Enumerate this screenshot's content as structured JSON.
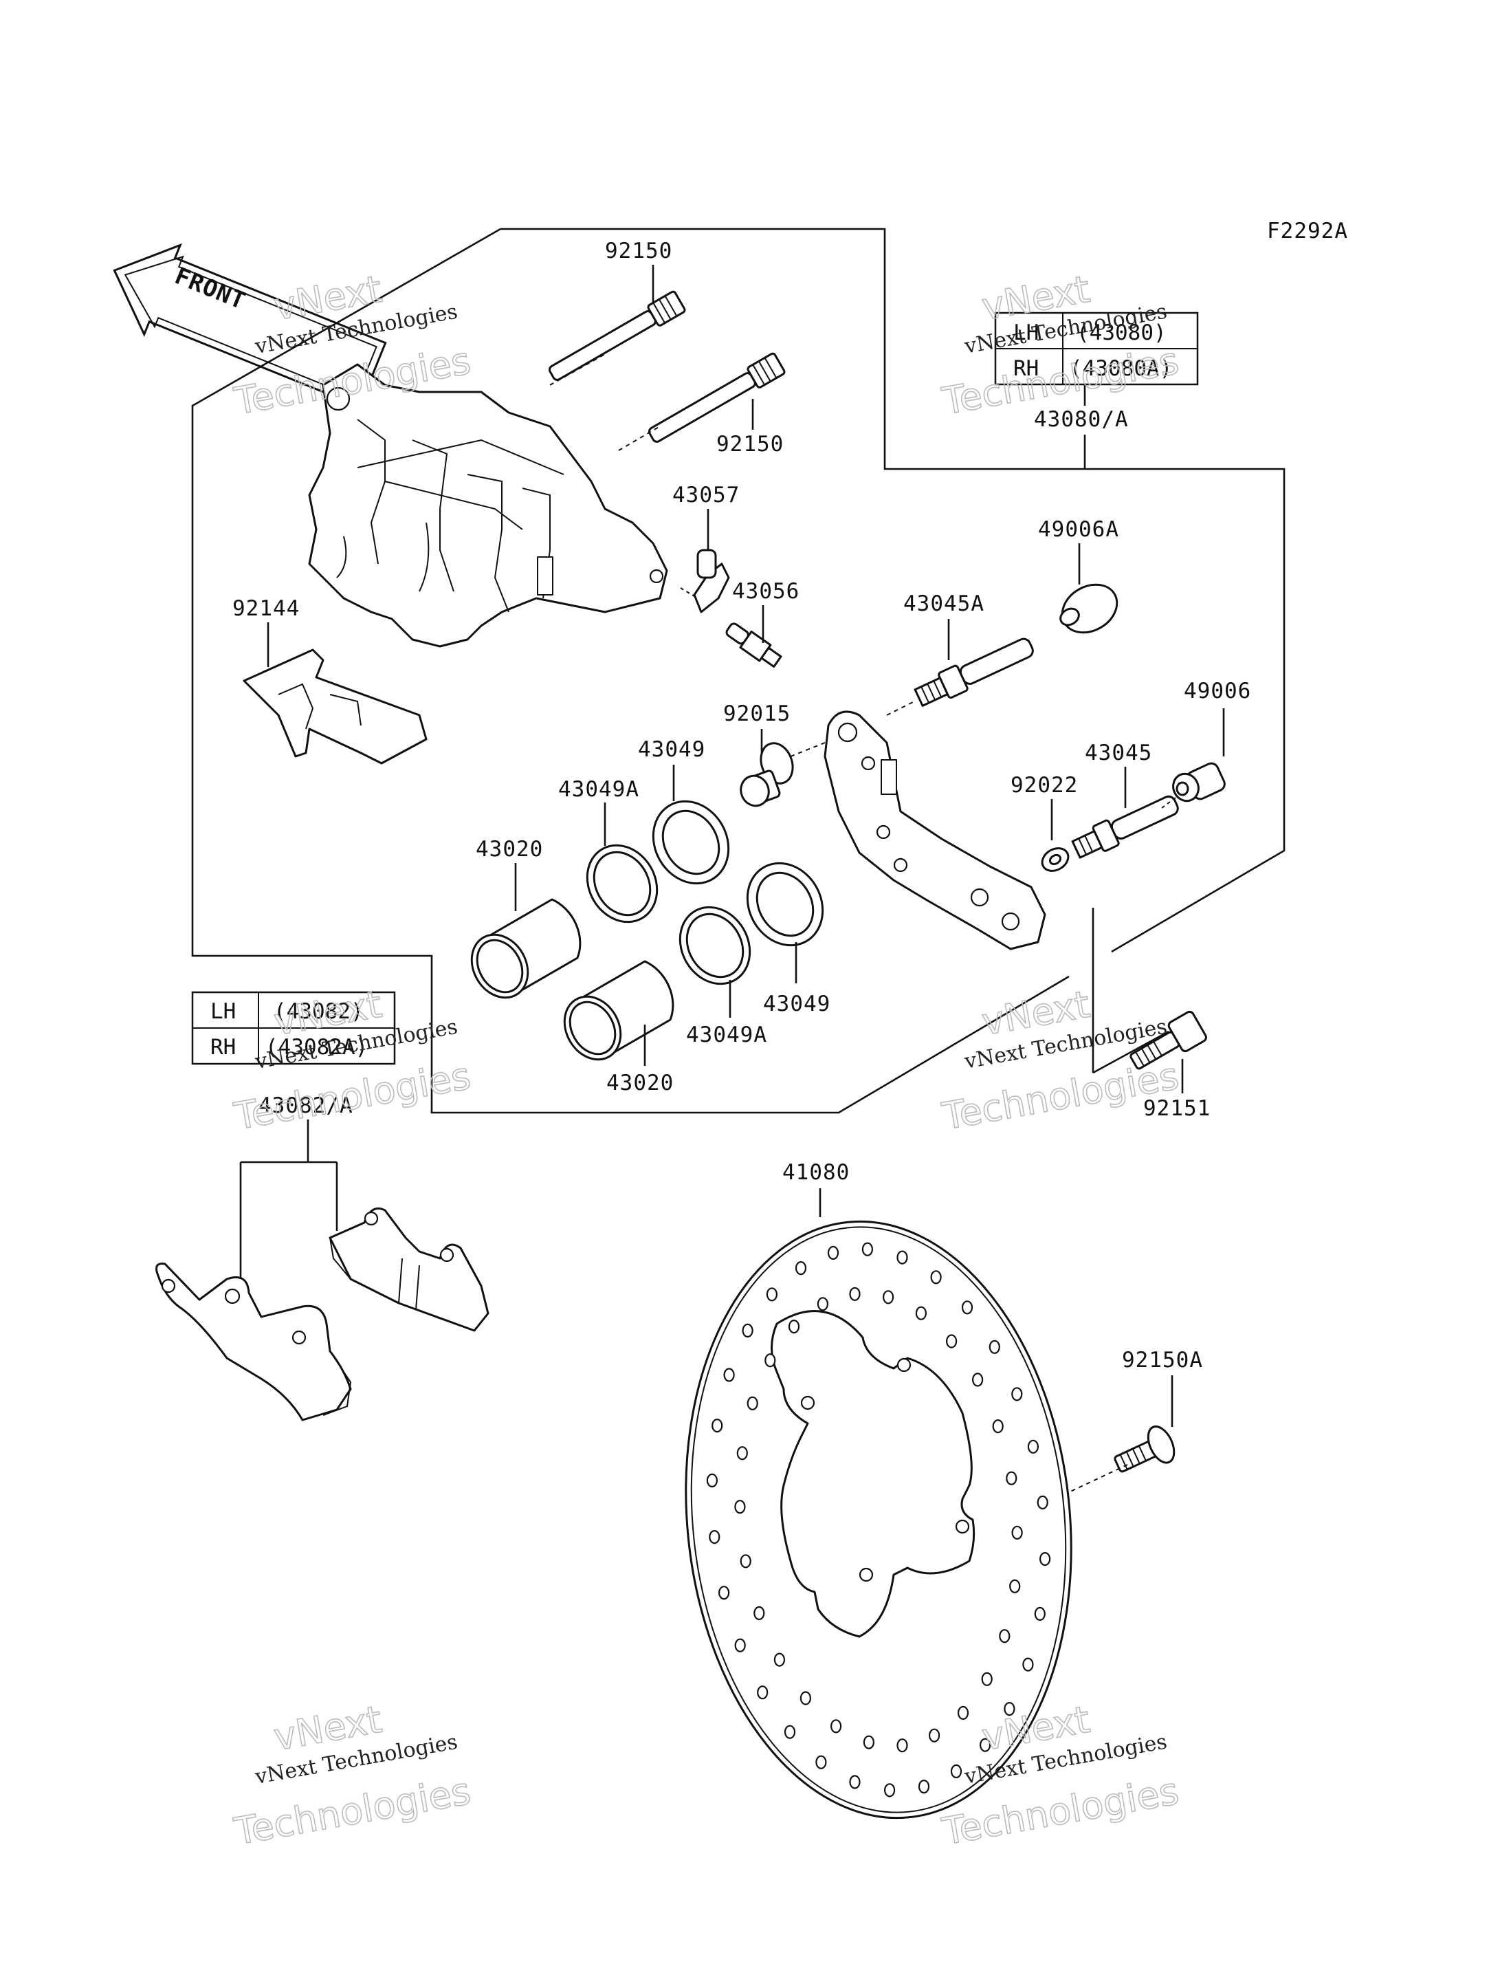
{
  "figure_code": "F2292A",
  "front_arrow_label": "FRONT",
  "part_labels": {
    "p92150_top": "92150",
    "p92150_mid": "92150",
    "p43057": "43057",
    "p43056": "43056",
    "p92144": "92144",
    "p43045A": "43045A",
    "p49006A": "49006A",
    "p43080A": "43080/A",
    "p49006": "49006",
    "p92015": "92015",
    "p43049_top": "43049",
    "p43049A_top": "43049A",
    "p43045": "43045",
    "p92022": "92022",
    "p43020_top": "43020",
    "p43049_bot": "43049",
    "p43049A_bot": "43049A",
    "p43020_bot": "43020",
    "p92151": "92151",
    "p43082A": "43082/A",
    "p41080": "41080",
    "p92150A": "92150A"
  },
  "caliper_table": {
    "rows": [
      {
        "side": "LH",
        "part": "(43080)"
      },
      {
        "side": "RH",
        "part": "(43080A)"
      }
    ]
  },
  "pad_table": {
    "rows": [
      {
        "side": "LH",
        "part": "(43082)"
      },
      {
        "side": "RH",
        "part": "(43082A)"
      }
    ]
  },
  "watermark": {
    "line1": "vNext Technologies",
    "line2": "vNext",
    "line3": "Technologies"
  }
}
